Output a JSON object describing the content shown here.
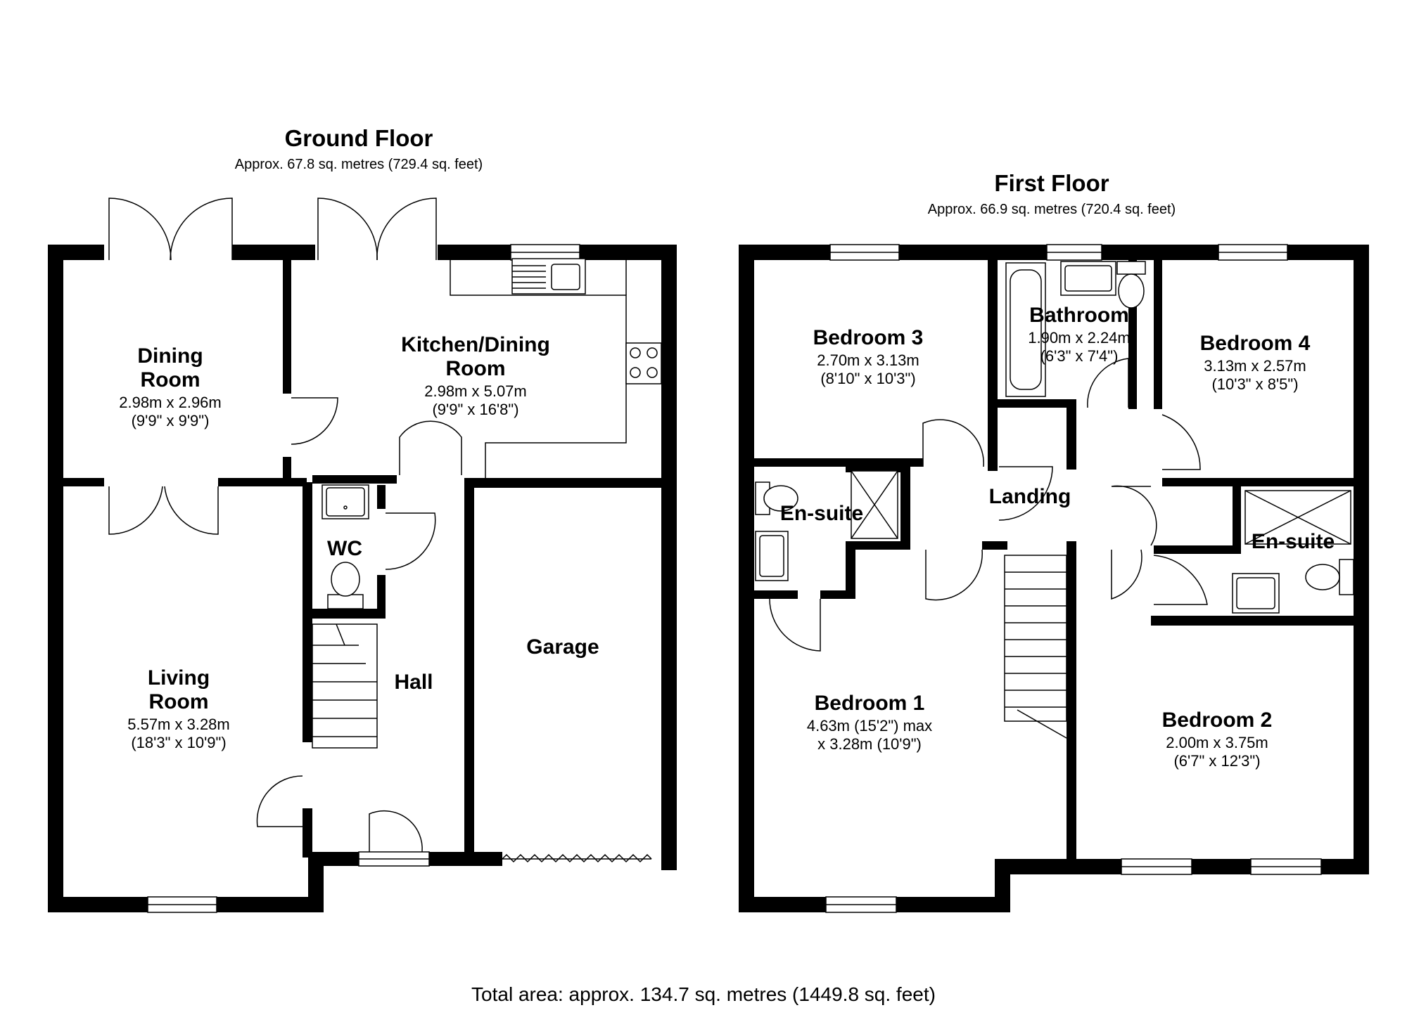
{
  "ground_floor": {
    "title": "Ground Floor",
    "area": "Approx. 67.8 sq. metres (729.4 sq. feet)",
    "rooms": {
      "dining": {
        "name_1": "Dining",
        "name_2": "Room",
        "dim": "2.98m x 2.96m",
        "dim_imperial": "(9'9\" x 9'9\")"
      },
      "kitchen": {
        "name_1": "Kitchen/Dining",
        "name_2": "Room",
        "dim": "2.98m x 5.07m",
        "dim_imperial": "(9'9\" x 16'8\")"
      },
      "living": {
        "name_1": "Living",
        "name_2": "Room",
        "dim": "5.57m x 3.28m",
        "dim_imperial": "(18'3\" x 10'9\")"
      },
      "wc": {
        "name": "WC"
      },
      "hall": {
        "name": "Hall"
      },
      "garage": {
        "name": "Garage"
      }
    }
  },
  "first_floor": {
    "title": "First Floor",
    "area": "Approx. 66.9 sq. metres (720.4 sq. feet)",
    "rooms": {
      "bedroom3": {
        "name": "Bedroom 3",
        "dim": "2.70m x 3.13m",
        "dim_imperial": "(8'10\" x 10'3\")"
      },
      "bathroom": {
        "name": "Bathroom",
        "dim": "1.90m x 2.24m",
        "dim_imperial": "(6'3\" x 7'4\")"
      },
      "bedroom4": {
        "name": "Bedroom 4",
        "dim": "3.13m x 2.57m",
        "dim_imperial": "(10'3\" x 8'5\")"
      },
      "ensuite1": {
        "name": "En-suite"
      },
      "landing": {
        "name": "Landing"
      },
      "ensuite2": {
        "name": "En-suite"
      },
      "bedroom1": {
        "name": "Bedroom 1",
        "dim": "4.63m (15'2\") max",
        "dim_2": "x 3.28m (10'9\")"
      },
      "bedroom2": {
        "name": "Bedroom 2",
        "dim": "2.00m x 3.75m",
        "dim_imperial": "(6'7\" x 12'3\")"
      }
    }
  },
  "total_area": "Total area: approx. 134.7 sq. metres (1449.8 sq. feet)"
}
